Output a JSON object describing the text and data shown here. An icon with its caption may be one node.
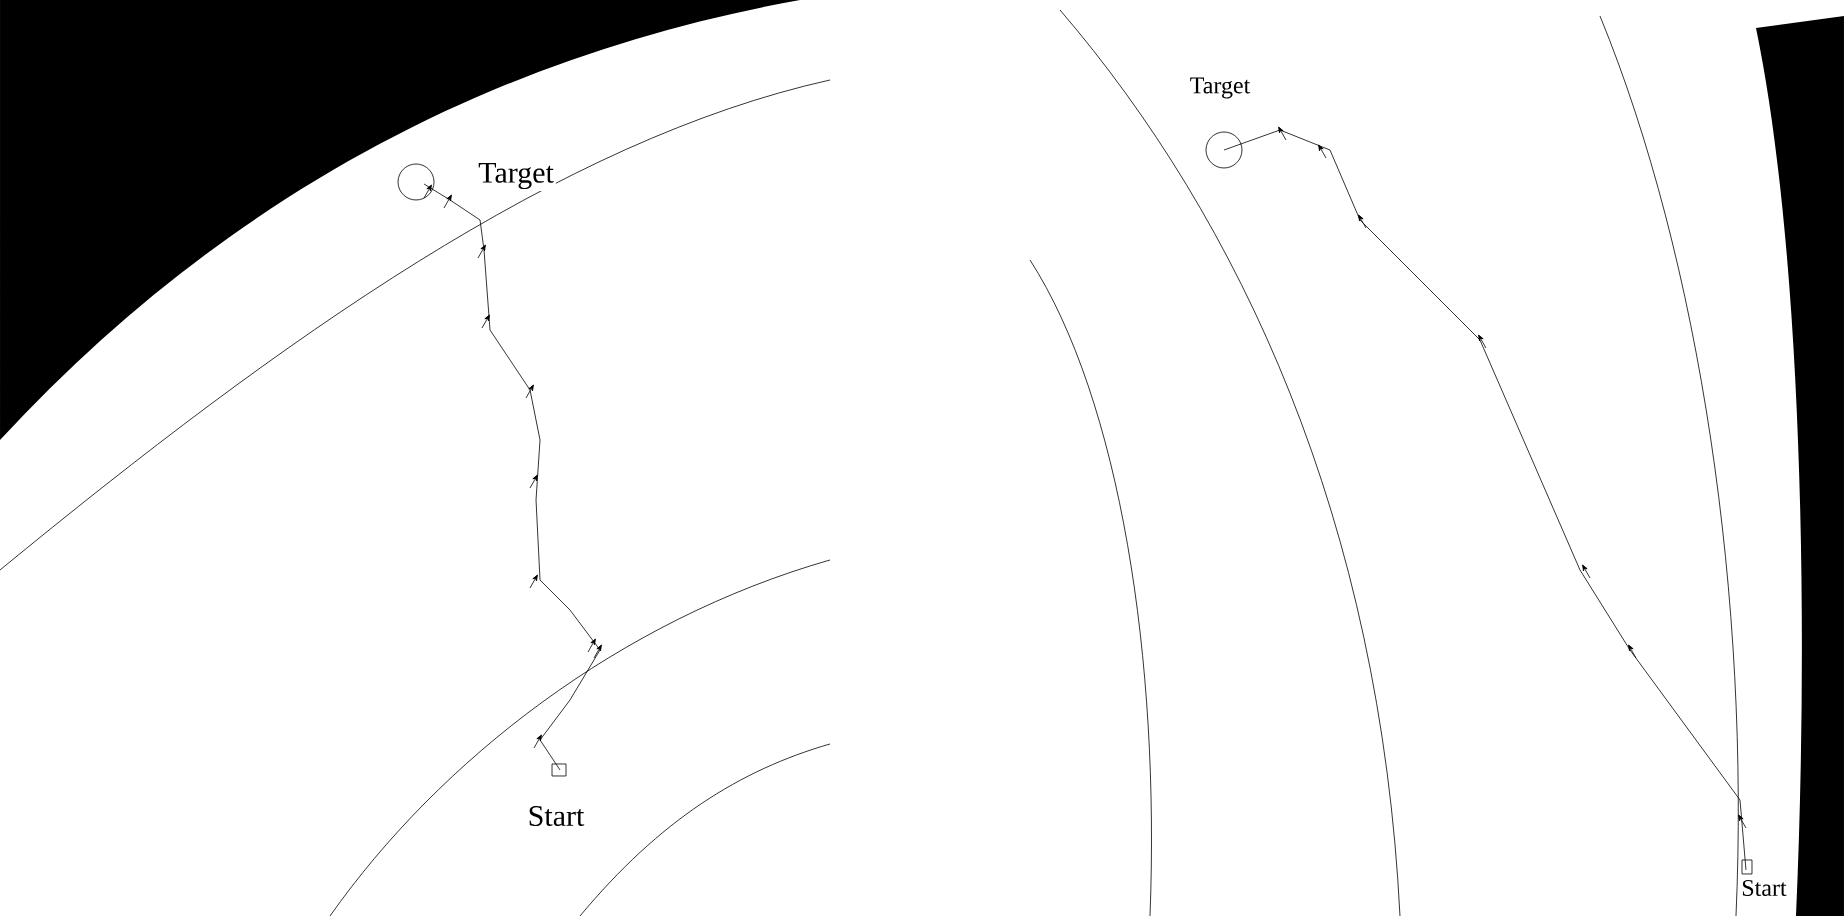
{
  "diagram": {
    "labels": [
      "Target",
      "Start",
      "Target",
      "Start"
    ]
  }
}
